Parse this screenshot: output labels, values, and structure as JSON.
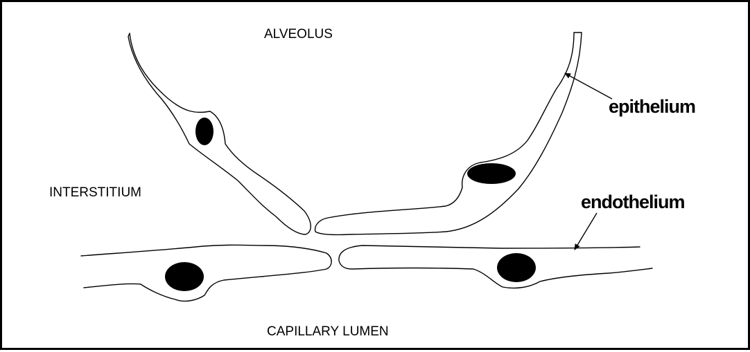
{
  "diagram": {
    "region_labels": {
      "top": "ALVEOLUS",
      "left": "INTERSTITIUM",
      "bottom": "CAPILLARY LUMEN"
    },
    "layer_labels": {
      "epithelium": "epithelium",
      "endothelium": "endothelium"
    },
    "colors": {
      "line": "#000000",
      "background": "#ffffff"
    }
  }
}
